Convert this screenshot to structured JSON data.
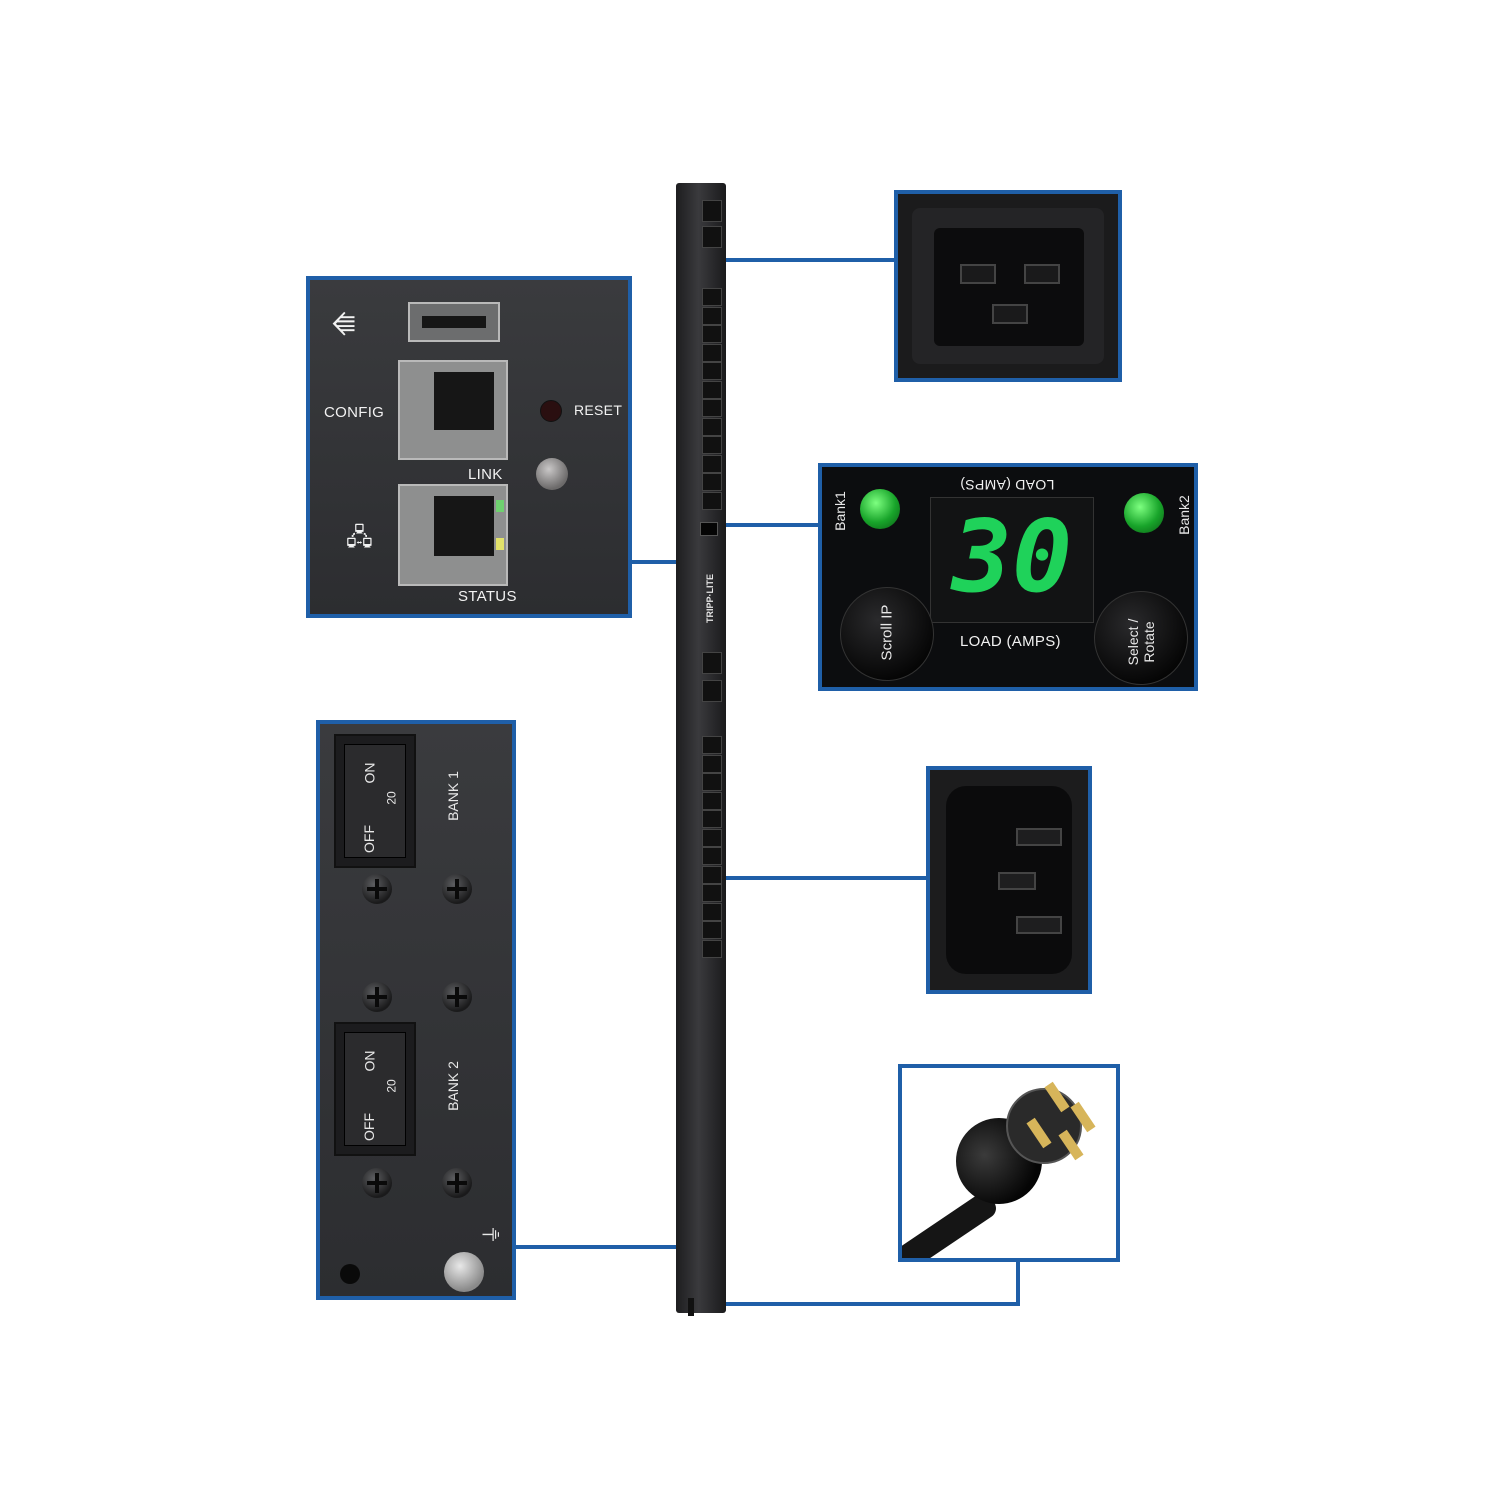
{
  "network_panel": {
    "config_label": "CONFIG",
    "reset_label": "RESET",
    "link_label": "LINK",
    "status_label": "STATUS"
  },
  "display_panel": {
    "bank1_label": "Bank1",
    "bank2_label": "Bank2",
    "load_label_mirrored": "LOAD (AMPS)",
    "reading": "30",
    "load_label": "LOAD (AMPS)",
    "scroll_label": "Scroll IP",
    "select_label": "Select / Rotate"
  },
  "breaker_panel": {
    "bank1_label": "BANK 1",
    "bank2_label": "BANK 2",
    "on_label": "ON",
    "off_label": "OFF",
    "rating": "20"
  },
  "strip": {
    "brand": "TRIPP·LITE"
  },
  "colors": {
    "callout_border": "#1f5fa8",
    "led_green": "#18a42a",
    "display_digits": "#1fd25a"
  }
}
